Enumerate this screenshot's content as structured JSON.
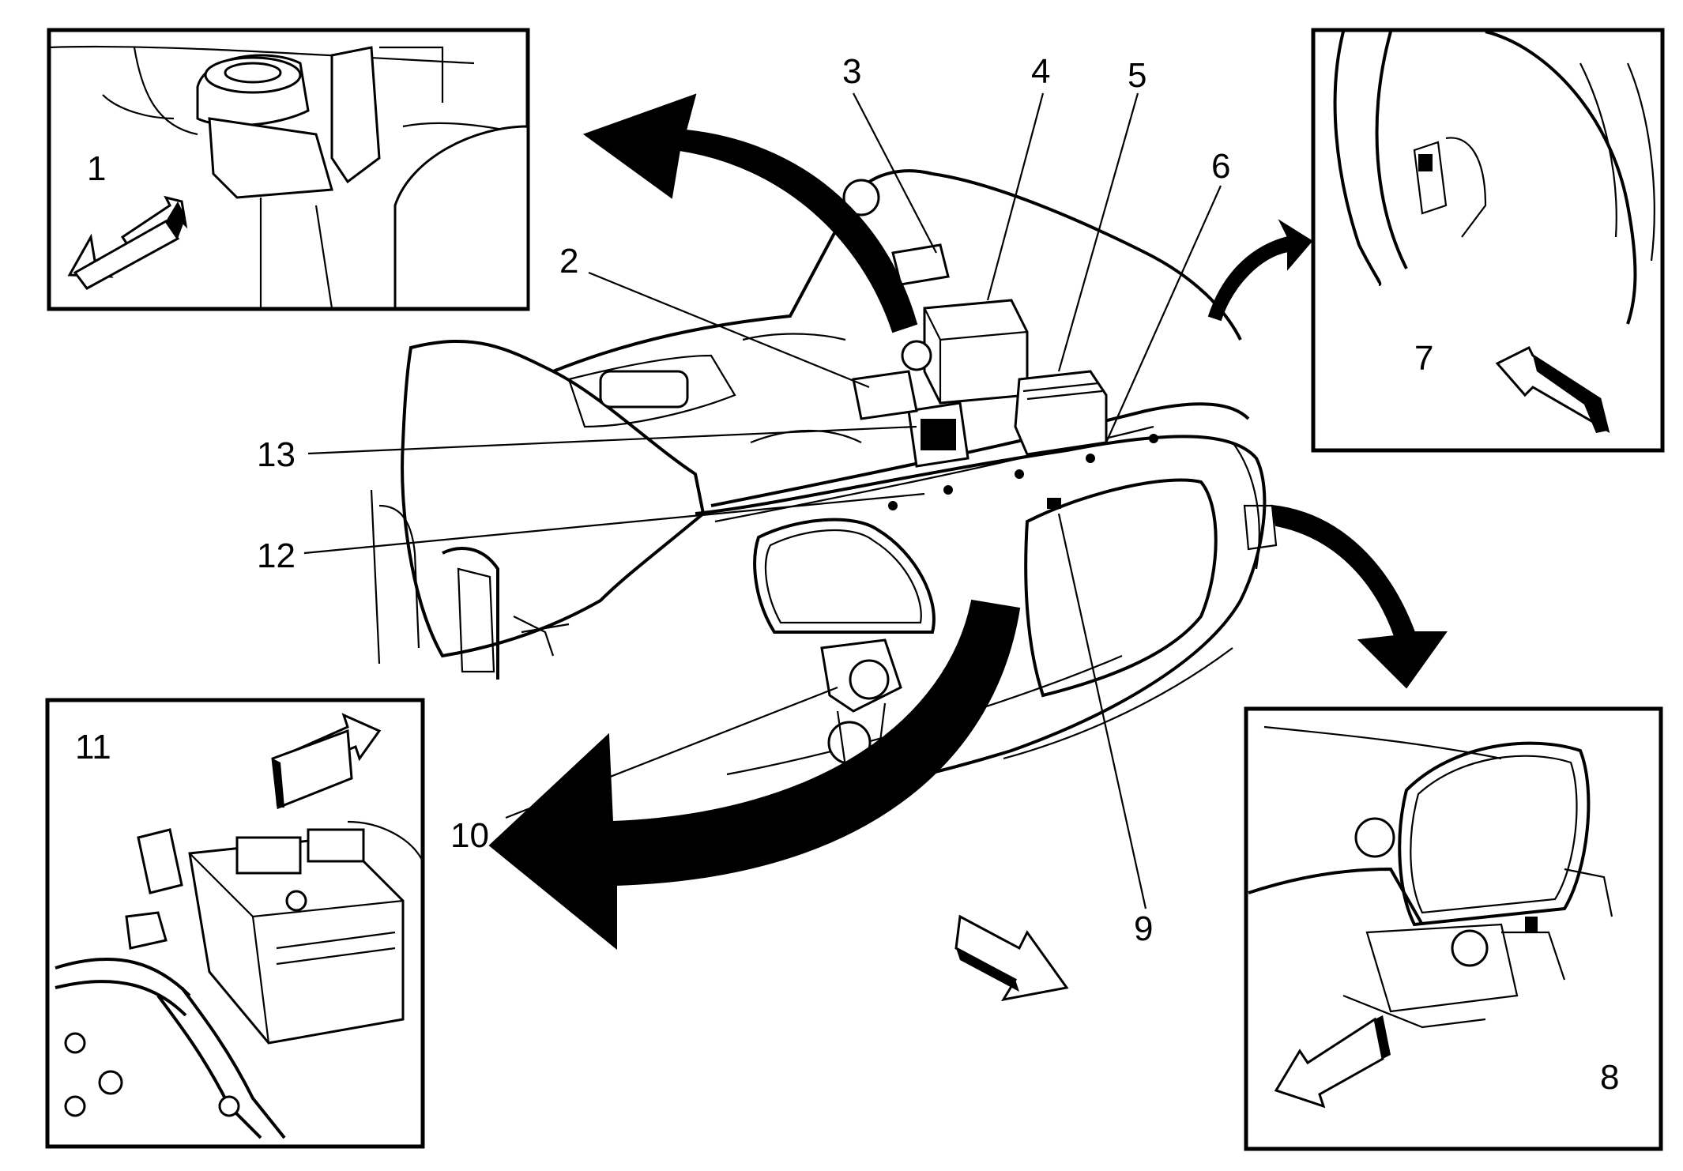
{
  "callouts": {
    "c1": "1",
    "c2": "2",
    "c3": "3",
    "c4": "4",
    "c5": "5",
    "c6": "6",
    "c7": "7",
    "c8": "8",
    "c9": "9",
    "c10": "10",
    "c11": "11",
    "c12": "12",
    "c13": "13"
  },
  "colors": {
    "ink": "#000000",
    "paper": "#ffffff"
  }
}
